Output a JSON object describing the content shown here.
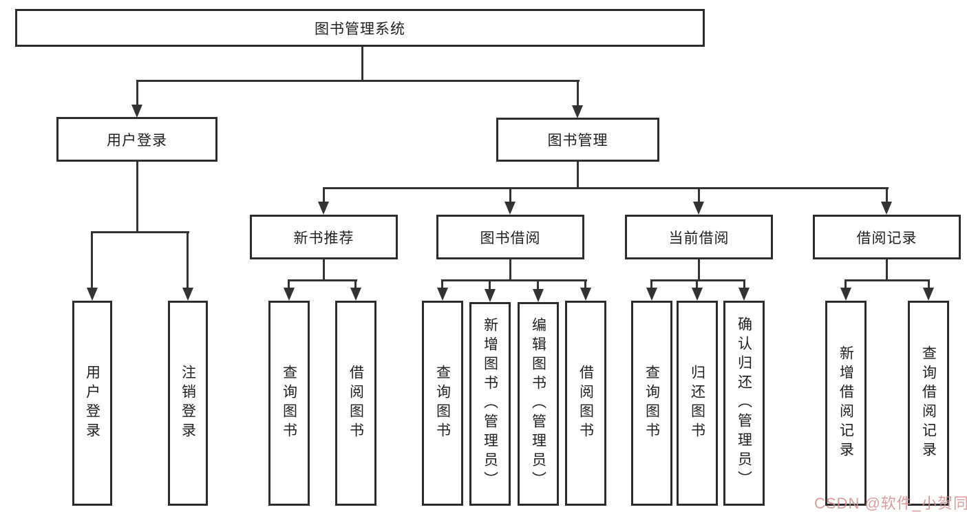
{
  "diagram": {
    "root_label": "图书管理系统",
    "user_login": {
      "label": "用户登录",
      "children": [
        {
          "label": "用户登录"
        },
        {
          "label": "注销登录"
        }
      ]
    },
    "book_mgmt": {
      "label": "图书管理",
      "sections": [
        {
          "label": "新书推荐",
          "children": [
            {
              "label": "查询图书"
            },
            {
              "label": "借阅图书"
            }
          ]
        },
        {
          "label": "图书借阅",
          "children": [
            {
              "label": "查询图书"
            },
            {
              "label": "新增图书（管理员）"
            },
            {
              "label": "编辑图书（管理员）"
            },
            {
              "label": "借阅图书"
            }
          ]
        },
        {
          "label": "当前借阅",
          "children": [
            {
              "label": "查询图书"
            },
            {
              "label": "归还图书"
            },
            {
              "label": "确认归还（管理员）"
            }
          ]
        },
        {
          "label": "借阅记录",
          "children": [
            {
              "label": "新增借阅记录"
            },
            {
              "label": "查询借阅记录"
            }
          ]
        }
      ]
    },
    "watermark": "CSDN @软件_小贺同学",
    "colors": {
      "line": "#333333",
      "box_border": "#2d2d2d",
      "text": "#1f1f1f",
      "watermark": "#d38d8d"
    }
  }
}
